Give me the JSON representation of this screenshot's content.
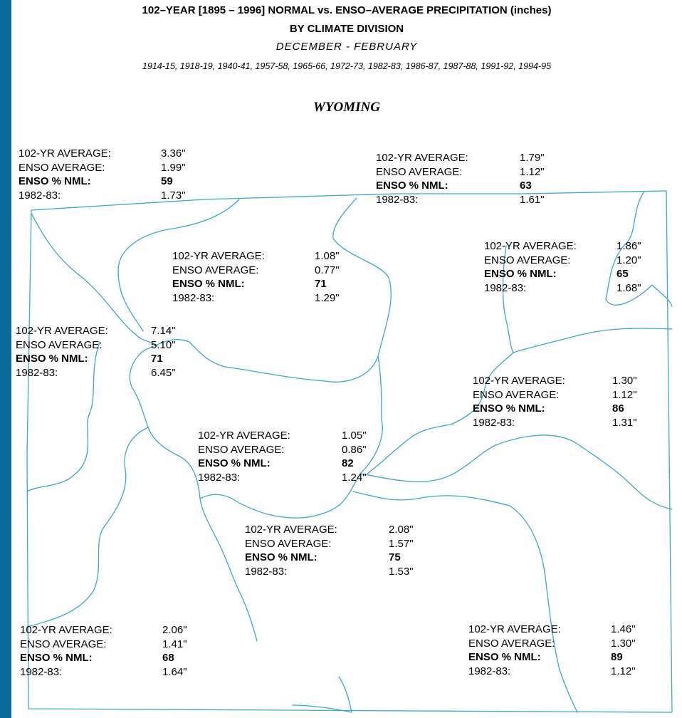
{
  "title_line1": "102–YEAR [1895 – 1996] NORMAL vs. ENSO–AVERAGE PRECIPITATION (inches)",
  "title_line2": "BY CLIMATE DIVISION",
  "season": "DECEMBER - FEBRUARY",
  "enso_years": "1914-15, 1918-19, 1940-41, 1957-58, 1965-66, 1972-73, 1982-83, 1986-87, 1987-88, 1991-92, 1994-95",
  "state": "WYOMING",
  "row_labels": {
    "avg": "102-YR AVERAGE:",
    "enso": "ENSO AVERAGE:",
    "pct": "ENSO % NML:",
    "year": "1982-83:"
  },
  "colors": {
    "background": "#0a6c96",
    "boundary": "#3aa8c8"
  },
  "divisions": [
    {
      "avg": "3.36\"",
      "enso": "1.99\"",
      "pct": "59",
      "y8283": "1.73\""
    },
    {
      "avg": "1.79\"",
      "enso": "1.12\"",
      "pct": "63",
      "y8283": "1.61\""
    },
    {
      "avg": "1.08\"",
      "enso": "0.77\"",
      "pct": "71",
      "y8283": "1.29\""
    },
    {
      "avg": "1.86\"",
      "enso": "1.20\"",
      "pct": "65",
      "y8283": "1.68\""
    },
    {
      "avg": "7.14\"",
      "enso": "5.10\"",
      "pct": "71",
      "y8283": "6.45\""
    },
    {
      "avg": "1.30\"",
      "enso": "1.12\"",
      "pct": "86",
      "y8283": "1.31\""
    },
    {
      "avg": "1.05\"",
      "enso": "0.86\"",
      "pct": "82",
      "y8283": "1.24\""
    },
    {
      "avg": "2.08\"",
      "enso": "1.57\"",
      "pct": "75",
      "y8283": "1.53\""
    },
    {
      "avg": "2.06\"",
      "enso": "1.41\"",
      "pct": "68",
      "y8283": "1.64\""
    },
    {
      "avg": "1.46\"",
      "enso": "1.30\"",
      "pct": "89",
      "y8283": "1.12\""
    }
  ]
}
